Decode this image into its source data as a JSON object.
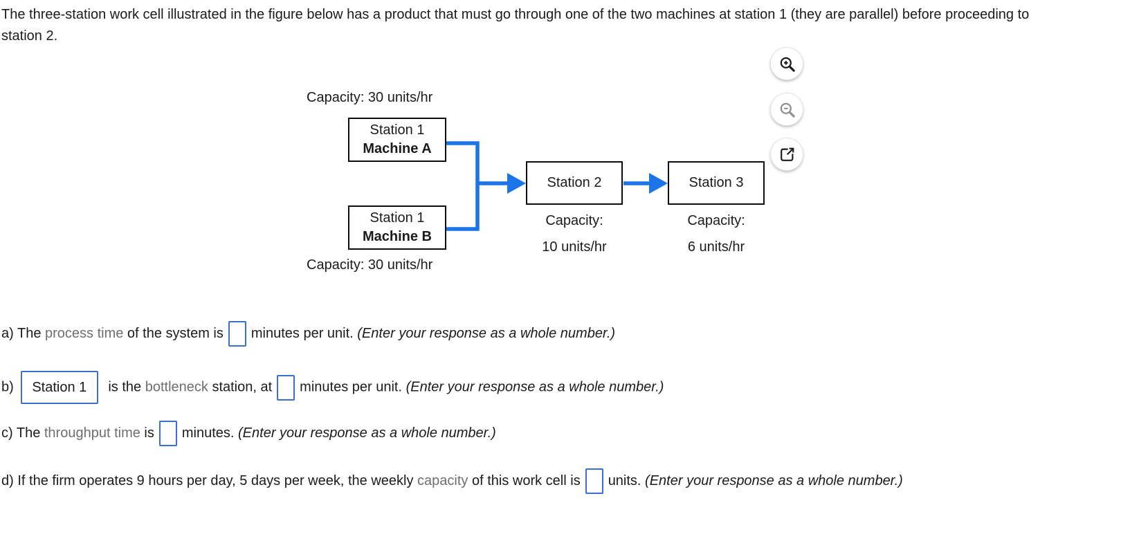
{
  "intro": "The three-station work cell illustrated in the figure below has a product that must go through one of the two machines at station 1 (they are parallel) before proceeding to station 2.",
  "figure": {
    "top_capacity": "Capacity: 30 units/hr",
    "bottom_capacity": "Capacity: 30 units/hr",
    "machine_a": {
      "title": "Station 1",
      "subtitle": "Machine A"
    },
    "machine_b": {
      "title": "Station 1",
      "subtitle": "Machine B"
    },
    "station2": {
      "label": "Station 2",
      "cap1": "Capacity:",
      "cap2": "10 units/hr"
    },
    "station3": {
      "label": "Station 3",
      "cap1": "Capacity:",
      "cap2": "6 units/hr"
    }
  },
  "icons": {
    "zoom_in": "magnifier-plus",
    "zoom_out": "magnifier-minus",
    "expand": "open-in-new"
  },
  "questions": {
    "a": {
      "prefix": "a) The ",
      "term": "process time",
      "mid": " of the system is",
      "answer_value": "",
      "suffix": "minutes per unit. ",
      "note": "(Enter your response as a whole number.)"
    },
    "b": {
      "prefix": "b)",
      "dropdown_value": "Station 1",
      "mid1": " is the ",
      "term": "bottleneck",
      "mid2": " station, at",
      "answer_value": "",
      "suffix": "minutes per unit. ",
      "note": "(Enter your response as a whole number.)"
    },
    "c": {
      "prefix": "c) The ",
      "term": "throughput time",
      "mid": " is",
      "answer_value": "",
      "suffix": "minutes. ",
      "note": "(Enter your response as a whole number.)"
    },
    "d": {
      "prefix": "d) If the firm operates 9 hours per day, 5 days per week, the weekly ",
      "term": "capacity",
      "mid": " of this work cell is",
      "answer_value": "",
      "suffix": "units. ",
      "note": "(Enter your response as a whole number.)"
    }
  },
  "colors": {
    "arrow_blue": "#1b74e8",
    "input_border": "#3a6ecf",
    "term_gray": "#6e6e6e",
    "box_border": "#0c0c0c",
    "text_color": "#1b1b1b"
  }
}
